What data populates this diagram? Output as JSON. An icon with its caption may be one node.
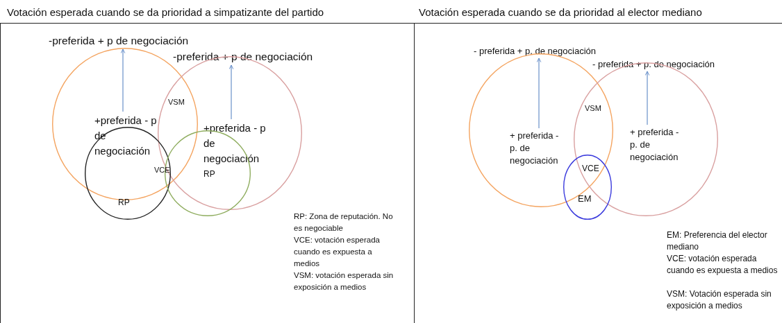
{
  "diagram": {
    "nodes": [
      {
        "text": [
          "Votación esperada cuando se da prioridad a simpatizante del partido"
        ]
      },
      {
        "text": [
          "-preferida + p de negociación"
        ],
        "in": 0
      },
      {
        "text": [
          "-preferida + p de negociación"
        ],
        "in": 0
      },
      {
        "text": [],
        "shape": "circle",
        "in": 0
      },
      {
        "text": [],
        "shape": "circle",
        "in": 0
      },
      {
        "text": [
          "+preferida - p de negociación"
        ],
        "in": 3
      },
      {
        "text": [
          "+preferida - p de negociación"
        ],
        "in": 4
      },
      {
        "text": [
          "RP"
        ],
        "in": 0
      },
      {
        "text": [
          "RP"
        ],
        "in": 0
      },
      {
        "text": [
          "Votación esperada cuando se da prioridad al elector mediano"
        ]
      },
      {
        "text": [
          "- preferida + p. de negociación"
        ],
        "in": 9
      },
      {
        "text": [
          "- preferida + p. de negociación"
        ],
        "in": 9
      },
      {
        "text": [],
        "shape": "circle",
        "in": 9
      },
      {
        "text": [],
        "shape": "circle",
        "in": 9
      },
      {
        "text": [
          "+ preferida - p. de negociación"
        ],
        "in": 12
      },
      {
        "text": [
          "+ preferida - p. de negociación"
        ],
        "in": 13
      },
      {
        "text": [
          "EM"
        ],
        "in": 9
      }
    ],
    "edges": [
      {
        "from": 5,
        "to": 1,
        "arrow": "to"
      },
      {
        "from": 6,
        "to": 2,
        "arrow": "to"
      },
      {
        "from": 14,
        "to": 10,
        "arrow": "to"
      },
      {
        "from": 15,
        "to": 11,
        "arrow": "to"
      }
    ],
    "labels": [
      "VSM",
      "VCE",
      "RP: Zona de reputación. No es negociable",
      "VCE: votación esperada cuando es expuesta a medios",
      "VSM: votación esperada sin exposición a medios",
      "VSM",
      "VCE",
      "EM: Preferencia del elector mediano",
      "VCE: votación esperada cuando es expuesta a medios",
      "VSM: Votación esperada sin exposición a medios"
    ]
  }
}
